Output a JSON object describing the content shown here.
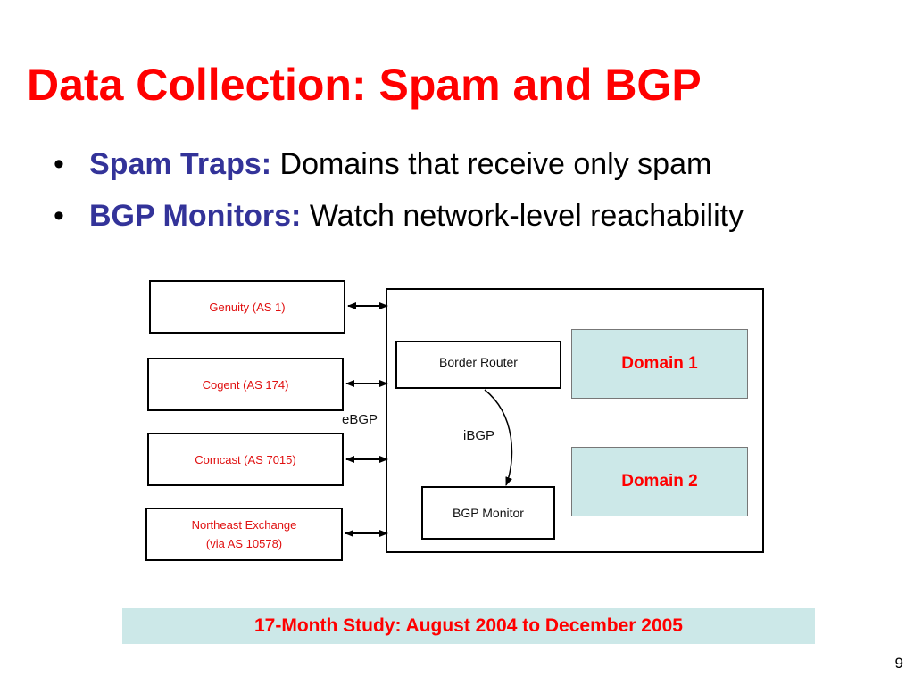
{
  "slide": {
    "title": "Data Collection: Spam and BGP",
    "bullets": [
      {
        "term": "Spam Traps:",
        "text": "Domains that receive only spam"
      },
      {
        "term": "BGP Monitors:",
        "text": "Watch network-level reachability"
      }
    ],
    "bullet_marker": "•",
    "page_number": "9"
  },
  "diagram": {
    "providers": [
      "Genuity (AS 1)",
      "Cogent (AS 174)",
      "Comcast (AS 7015)"
    ],
    "exchange": {
      "line1": "Northeast Exchange",
      "line2": "(via AS 10578)"
    },
    "ebgp_label": "eBGP",
    "border_router": "Border Router",
    "ibgp_label": "iBGP",
    "bgp_monitor": "BGP Monitor",
    "domains": [
      "Domain 1",
      "Domain 2"
    ]
  },
  "banner": "17-Month Study: August 2004 to December 2005",
  "colors": {
    "title": "#ff0000",
    "term": "#333399",
    "as_text": "#e01010",
    "domain_fill": "#cce8e8"
  }
}
